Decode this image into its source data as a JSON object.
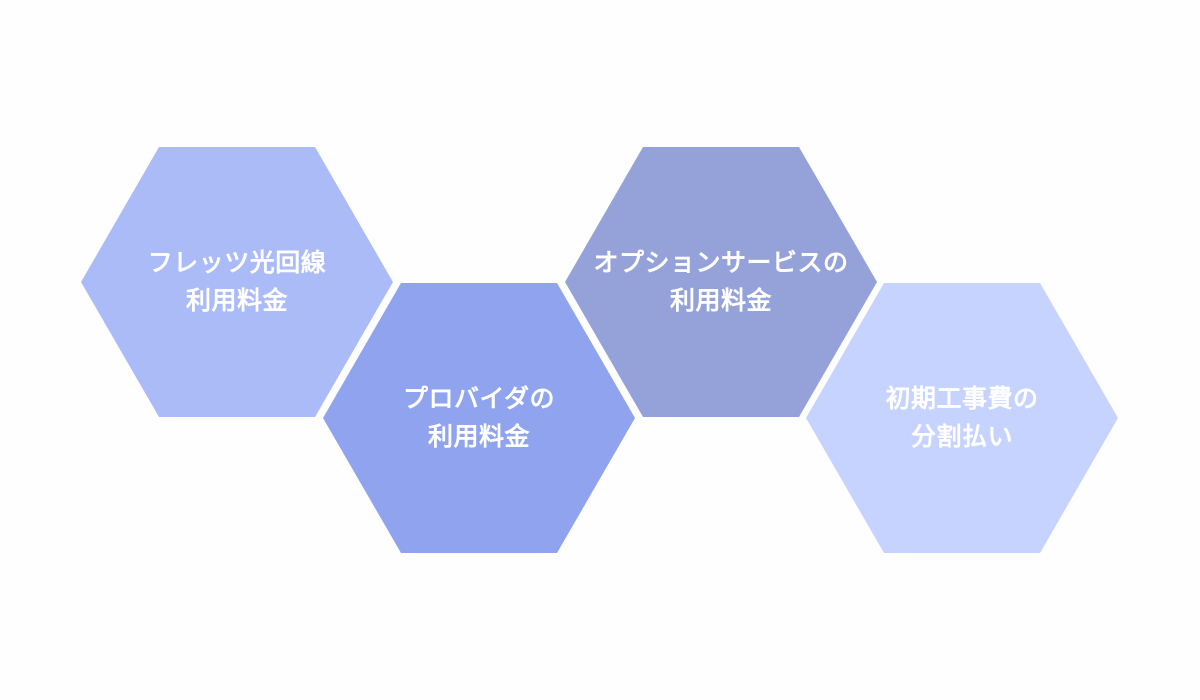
{
  "diagram": {
    "hexagons": [
      {
        "id": "fletts",
        "color": "#abbbf8",
        "lines": [
          "フレッツ光回線",
          "利用料金"
        ]
      },
      {
        "id": "provider",
        "color": "#8fa3ee",
        "lines": [
          "プロバイダの",
          "利用料金"
        ]
      },
      {
        "id": "options",
        "color": "#94a2d9",
        "lines": [
          "オプションサービスの",
          "利用料金"
        ]
      },
      {
        "id": "installation",
        "color": "#c7d3ff",
        "lines": [
          "初期工事費の",
          "分割払い"
        ]
      }
    ]
  }
}
